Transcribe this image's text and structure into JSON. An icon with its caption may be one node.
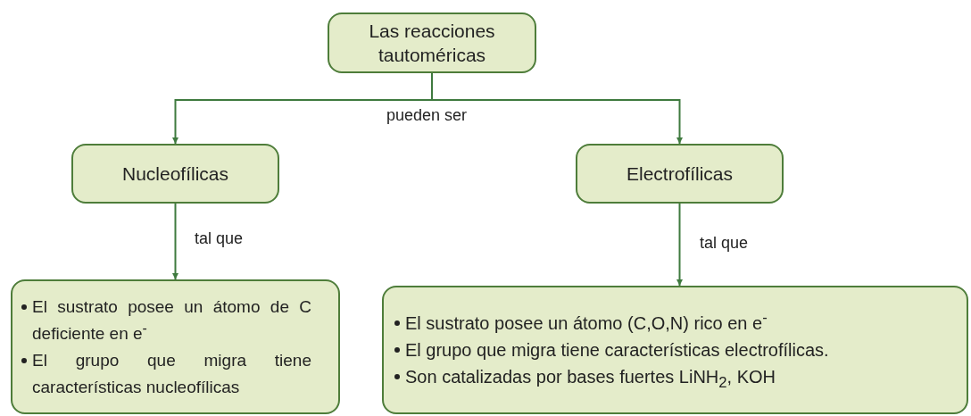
{
  "diagram": {
    "nodes": [
      {
        "text": [
          "Las reacciones tautoméricas"
        ]
      },
      {
        "text": [
          "Nucleofílicas"
        ]
      },
      {
        "text": [
          "Electrofílicas"
        ]
      },
      {
        "text": [
          "El sustrato posee un átomo de C deficiente en e$^{-}$",
          "El grupo que migra tiene características nucleofílicas"
        ]
      },
      {
        "text": [
          "El sustrato posee un átomo (C,O,N) rico en e$^{-}$",
          "El grupo que migra tiene características electrofílicas.",
          "Son catalizadas por bases fuertes LiNH$_{2}$, KOH"
        ]
      }
    ],
    "edges": [
      {
        "from": 0,
        "to": 1,
        "arrow": "to",
        "label": "pueden ser"
      },
      {
        "from": 0,
        "to": 2,
        "arrow": "to"
      },
      {
        "from": 1,
        "to": 3,
        "arrow": "to",
        "label": "tal que"
      },
      {
        "from": 2,
        "to": 4,
        "arrow": "to",
        "label": "tal que"
      }
    ]
  }
}
